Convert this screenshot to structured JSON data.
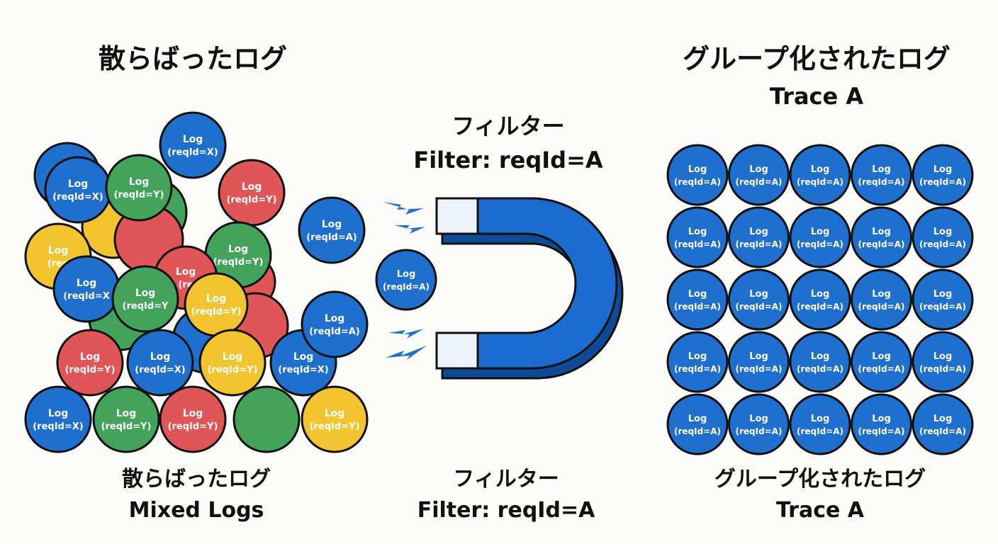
{
  "colors": {
    "x_blue": "#1f6fce",
    "y_green": "#43a35a",
    "y_red": "#e05555",
    "y_yellow": "#f2c530",
    "magnet_blue": "#1c6ccf",
    "spark_blue": "#1f6fce",
    "outline": "#111111"
  },
  "left": {
    "top_title": "散らばったログ",
    "bottom_title": "散らばったログ",
    "bottom_subtitle": "Mixed Logs"
  },
  "center": {
    "top_title": "フィルター",
    "top_subtitle": "Filter: reqId=A",
    "bottom_title": "フィルター",
    "bottom_subtitle": "Filter: reqId=A"
  },
  "right": {
    "top_title": "グループ化されたログ",
    "top_subtitle": "Trace A",
    "bottom_title": "グループ化されたログ",
    "bottom_subtitle": "Trace A"
  },
  "log_word": "Log",
  "labels": {
    "x": "(reqId=X)",
    "y": "(reqId=Y)",
    "a": "(reqId=A)",
    "x_truncated": "(reqId=X",
    "y_truncated": "(reqId=Y",
    "y_yellow_truncated": "(req",
    "y_red_truncated": "(re"
  },
  "grid": {
    "rows": 5,
    "cols": 5
  }
}
